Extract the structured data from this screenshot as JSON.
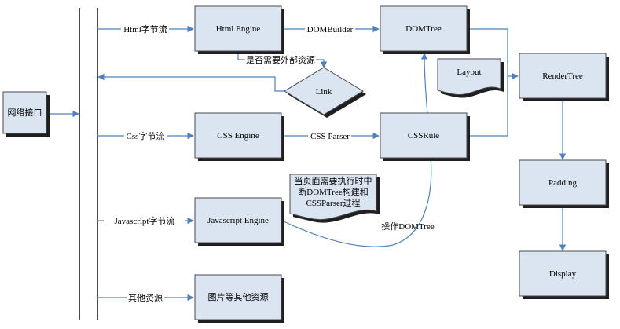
{
  "nodes": {
    "network": "网络接口",
    "html_engine": "Html Engine",
    "css_engine": "CSS Engine",
    "js_engine": "Javascript Engine",
    "other_res": "图片等其他资源",
    "dom_tree": "DOMTree",
    "css_rule": "CSSRule",
    "link": "Link",
    "layout": "Layout",
    "render_tree": "RenderTree",
    "padding": "Padding",
    "display": "Display"
  },
  "edges": {
    "html_stream": "Html字节流",
    "css_stream": "Css字节流",
    "js_stream": "Javascript字节流",
    "other_stream": "其他资源",
    "dom_builder": "DOMBuilder",
    "css_parser": "CSS Parser",
    "need_external": "是否需要外部资源",
    "operate_dom": "操作DOMTree"
  },
  "note": {
    "line1": "当页面需要执行时中",
    "line2": "断DOMTree构建和",
    "line3": "CSSParser过程"
  }
}
